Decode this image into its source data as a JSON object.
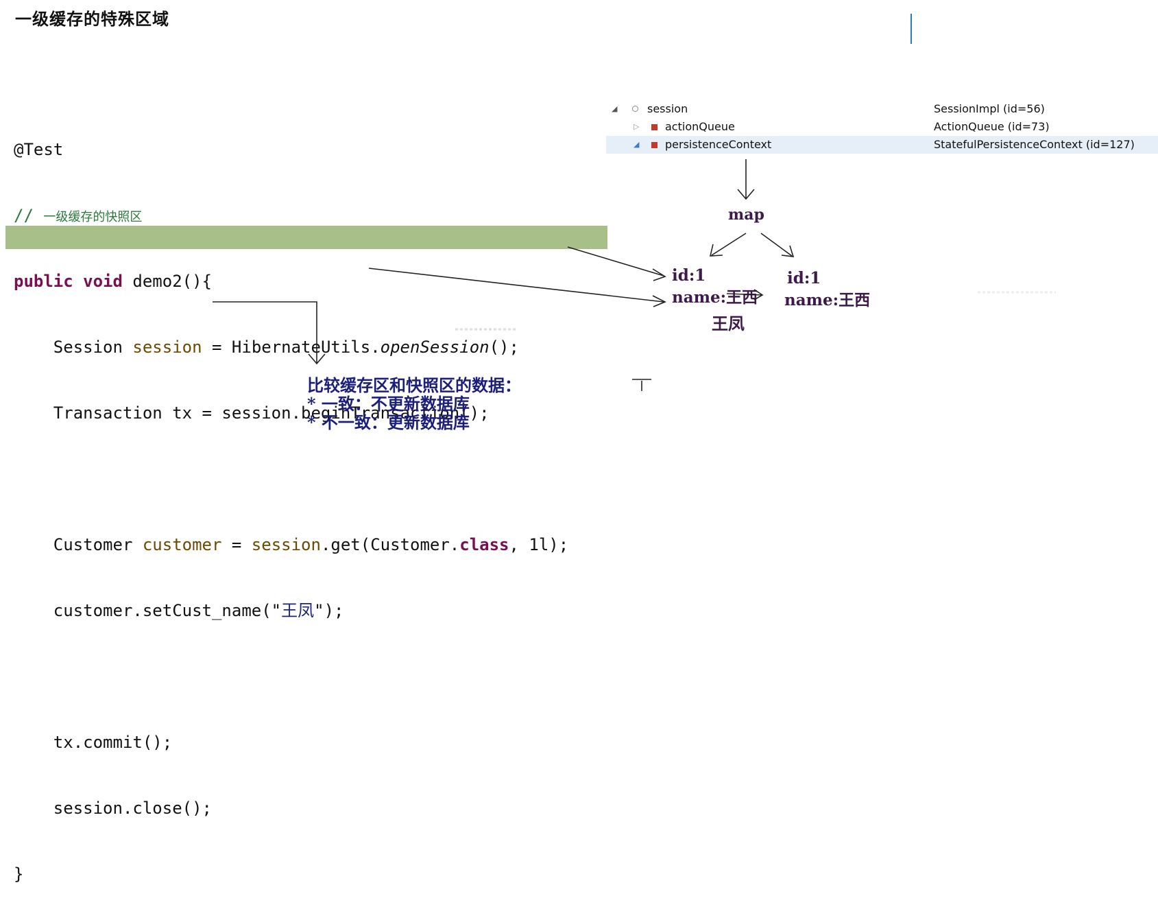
{
  "title": "一级缓存的特殊区域",
  "code": {
    "annotation": "@Test",
    "comment_prefix": "//",
    "comment_text": "一级缓存的快照区",
    "kw_public": "public",
    "kw_void": "void",
    "method_sig": "demo2(){",
    "line3_type": "Session",
    "line3_var": "session",
    "line3_mid": "= HibernateUtils.",
    "line3_ital": "openSession",
    "line3_end": "();",
    "line4": "Transaction tx = session.beginTransaction();",
    "line6_type": "Customer",
    "line6_var": "customer",
    "line6_eq": "=",
    "line6_session": "session",
    "line6_get": ".get(Customer.",
    "line6_class": "class",
    "line6_end": ", 1l);",
    "line7_pre": "customer.setCust_name(\"",
    "line7_str": "王凤",
    "line7_end": "\");",
    "line9": "tx.commit();",
    "line10": "session.close();",
    "line11": "}"
  },
  "debug": {
    "rows": [
      {
        "name": "session",
        "value": "SessionImpl  (id=56)"
      },
      {
        "name": "actionQueue",
        "value": "ActionQueue  (id=73)"
      },
      {
        "name": "persistenceContext",
        "value": "StatefulPersistenceContext  (id=127)"
      }
    ]
  },
  "diagram": {
    "map_label": "map",
    "left_id": "id:1",
    "left_name_prefix": "name:",
    "left_name_old": "王西",
    "left_name_new": "王凤",
    "right_id": "id:1",
    "right_name": "name:王西"
  },
  "notes": {
    "line1": "比较缓存区和快照区的数据：",
    "line2": "*  一致：不更新数据库",
    "line3": "*  不一致：更新数据库"
  },
  "colors": {
    "keyword": "#7a0f4f",
    "highlight": "#a9bf89",
    "notes": "#1b1f7a",
    "diagram": "#3d1a4a"
  }
}
